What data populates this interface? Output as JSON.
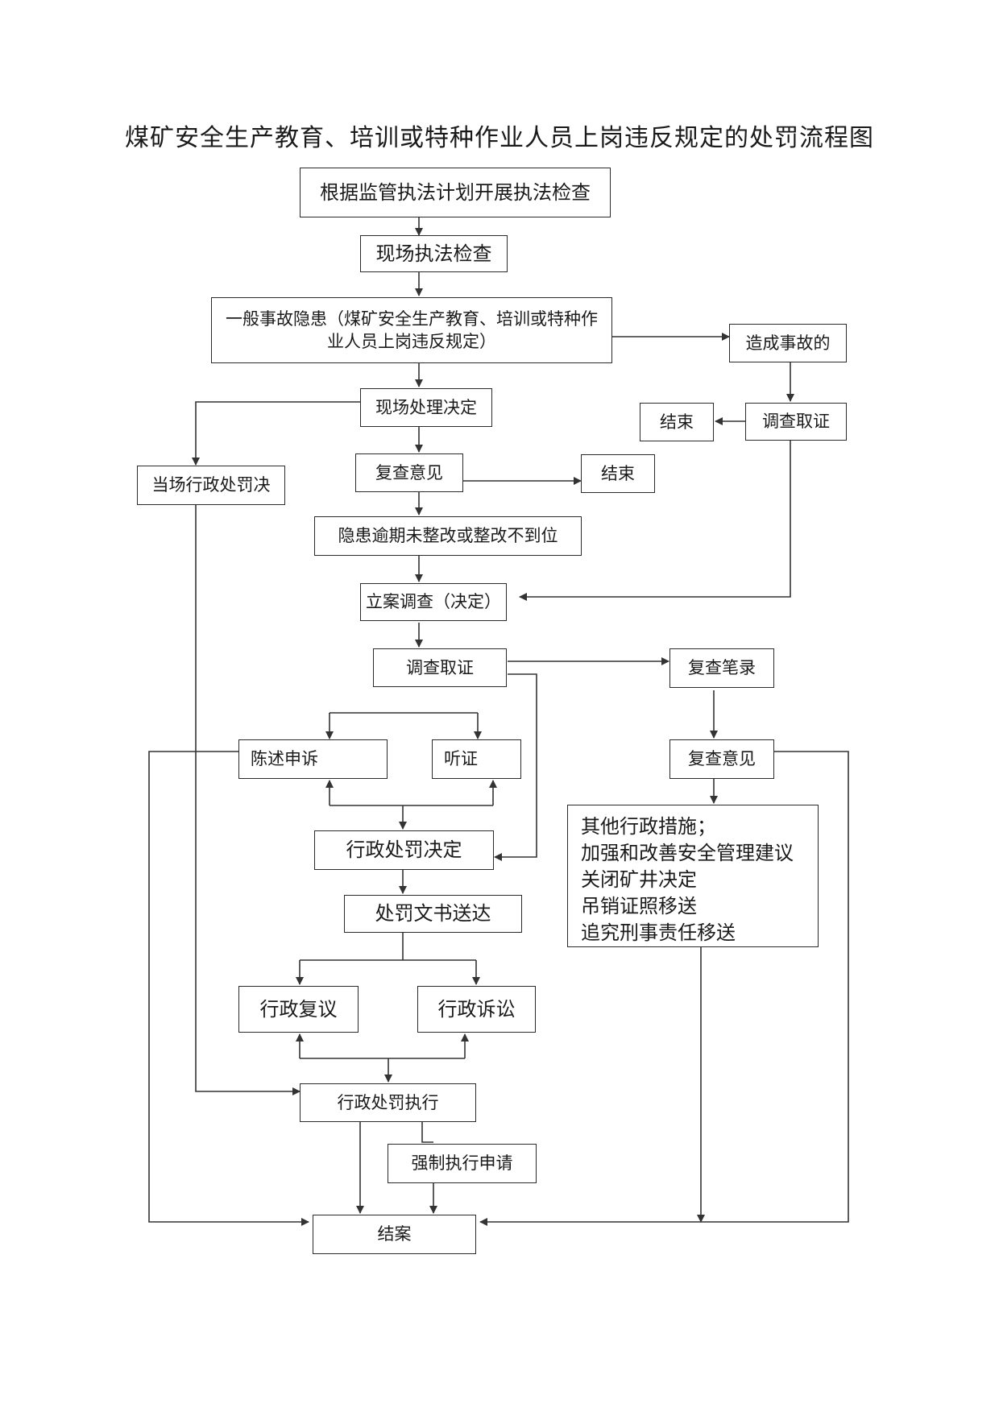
{
  "title": "煤矿安全生产教育、培训或特种作业人员上岗违反规定的处罚流程图",
  "nodes": {
    "plan": "根据监管执法计划开展执法检查",
    "onsite_check": "现场执法检查",
    "hazard": "一般事故隐患（煤矿安全生产教育、培训或特种作业人员上岗违反规定）",
    "accident": "造成事故的",
    "onsite_decision": "现场处理决定",
    "end_1": "结束",
    "investigate_1": "调查取证",
    "spot_penalty": "当场行政处罚决",
    "recheck_opinion_1": "复查意见",
    "end_2": "结束",
    "overdue": "隐患逾期未整改或整改不到位",
    "case_filing": "立案调查（决定）",
    "investigate_2": "调查取证",
    "recheck_record": "复查笔录",
    "statement": "陈述申诉",
    "hearing": "听证",
    "recheck_opinion_2": "复查意见",
    "admin_penalty": "行政处罚决定",
    "other_measures": [
      "其他行政措施；",
      "加强和改善安全管理建议",
      "关闭矿井决定",
      "吊销证照移送",
      "追究刑事责任移送"
    ],
    "document_delivery": "处罚文书送达",
    "reconsideration": "行政复议",
    "litigation": "行政诉讼",
    "execution": "行政处罚执行",
    "enforcement": "强制执行申请",
    "closure": "结案"
  }
}
